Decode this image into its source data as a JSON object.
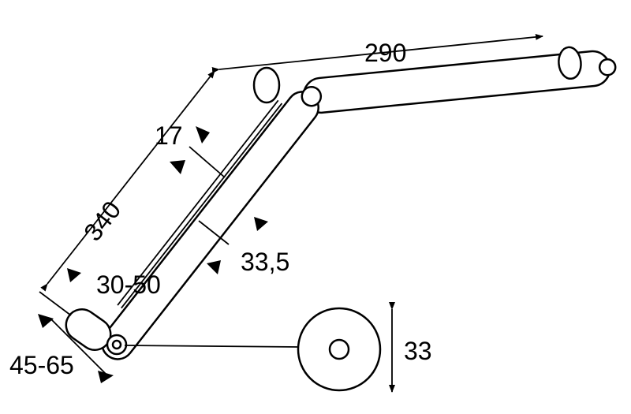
{
  "drawing": {
    "dimensions": {
      "upper_arm_length": "290",
      "lower_arm_length": "340",
      "bracket_width": "17",
      "arm_width": "33,5",
      "mount_spacing": "30-50",
      "mount_range": "45-65",
      "disc_diameter": "33"
    }
  }
}
